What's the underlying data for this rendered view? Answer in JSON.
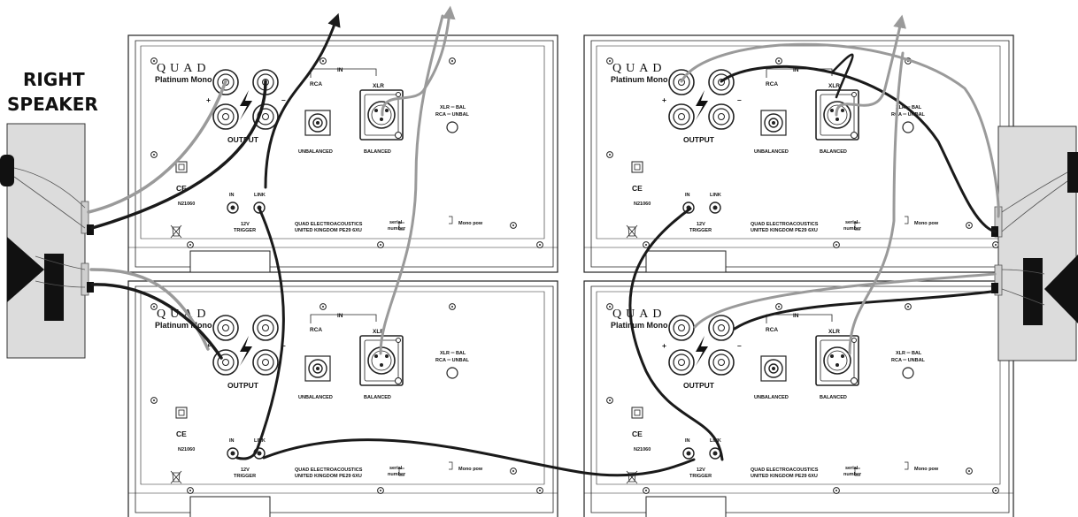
{
  "title": {
    "line1": "RIGHT",
    "line2": "SPEAKER"
  },
  "amp": {
    "brand": "QUAD",
    "model": "Platinum Mono",
    "output": "OUTPUT",
    "plus": "+",
    "minus": "–",
    "in": "IN",
    "rca": "RCA",
    "xlr": "XLR",
    "unbalanced": "UNBALANCED",
    "balanced": "BALANCED",
    "switch_bal": "XLR ═ BAL",
    "switch_unbal": "RCA ═ UNBAL",
    "trigger_in": "IN",
    "trigger_link": "LINK",
    "trigger_12v": "12V",
    "trigger_label": "TRIGGER",
    "ce": "CE",
    "cert": "N21060",
    "maker_1": "QUAD ELECTROACOUSTICS",
    "maker_2": "UNITED KINGDOM PE29 6XU",
    "serial_1": "serial",
    "serial_2": "number",
    "mono": "Mono pow"
  },
  "colors": {
    "black_cable": "#1a1a1a",
    "grey_cable": "#9a9a9a",
    "speaker_box": "#dcdcdc",
    "panel_line": "#222222"
  }
}
